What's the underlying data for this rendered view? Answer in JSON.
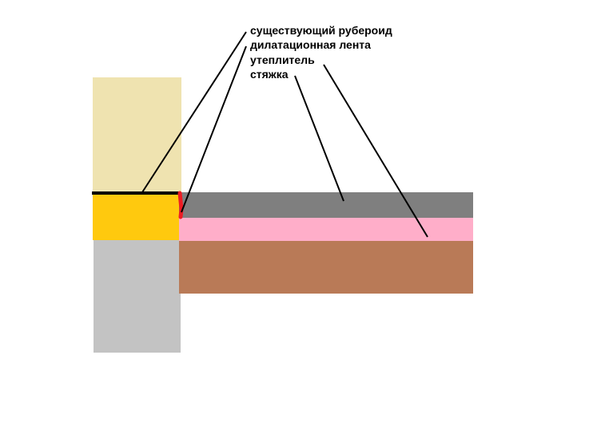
{
  "labels": {
    "existing_roofing": "существующий рубероид",
    "expansion_tape": "дилатационная лента",
    "insulation": "утеплитель",
    "screed": "стяжка"
  },
  "colors": {
    "wall_upper": "#efe3b0",
    "wall_lower": "#c3c3c3",
    "wall_band": "#ffc90e",
    "roofing_line": "#000000",
    "expansion_tape": "#ed1c24",
    "screed_layer": "#7f7f7f",
    "insulation_layer": "#ffaec9",
    "base_layer": "#b97a57",
    "leader_lines": "#000000"
  }
}
